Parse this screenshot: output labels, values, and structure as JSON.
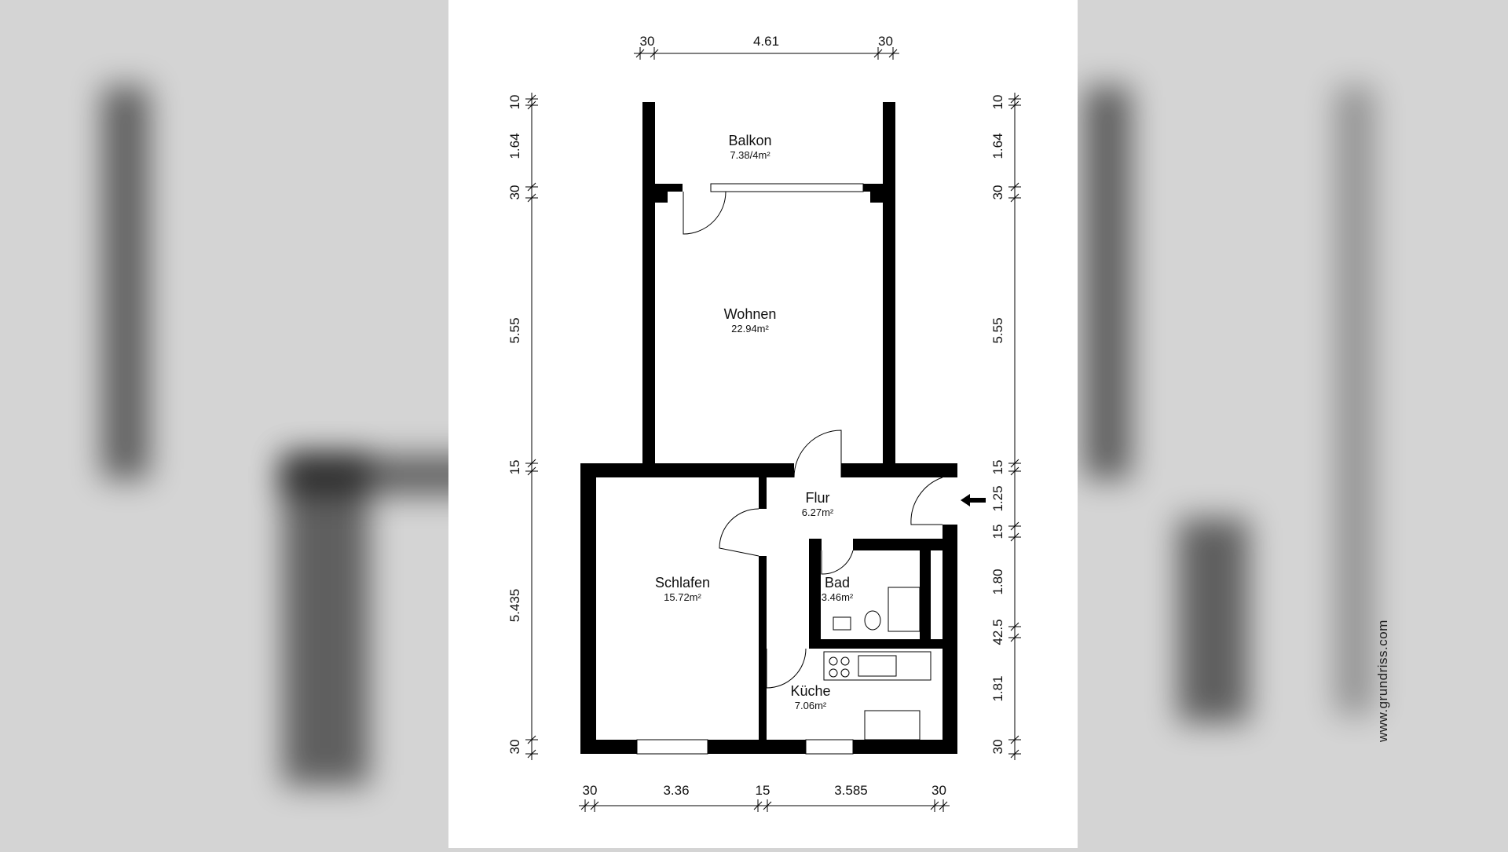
{
  "rooms": [
    {
      "name": "Balkon",
      "area": "7.38/4m²"
    },
    {
      "name": "Wohnen",
      "area": "22.94m²"
    },
    {
      "name": "Flur",
      "area": "6.27m²"
    },
    {
      "name": "Schlafen",
      "area": "15.72m²"
    },
    {
      "name": "Bad",
      "area": "3.46m²"
    },
    {
      "name": "Küche",
      "area": "7.06m²"
    }
  ],
  "dimensions": {
    "top": [
      "30",
      "4.61",
      "30"
    ],
    "bottom": [
      "30",
      "3.36",
      "15",
      "3.585",
      "30"
    ],
    "left": [
      "10",
      "1.64",
      "30",
      "5.55",
      "15",
      "5.435",
      "30"
    ],
    "right": [
      "10",
      "1.64",
      "30",
      "5.55",
      "15",
      "1.25",
      "15",
      "1.80",
      "42.5",
      "1.81",
      "30"
    ]
  },
  "watermark": "www.grundriss.com",
  "colors": {
    "wall": "#000000",
    "background": "#ffffff"
  }
}
